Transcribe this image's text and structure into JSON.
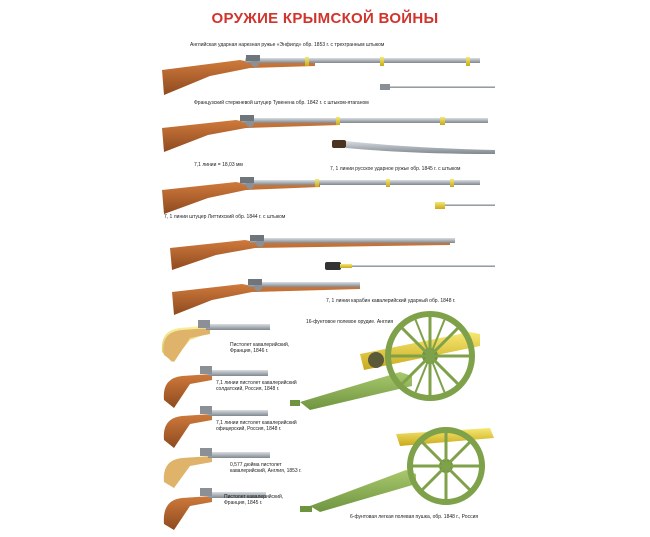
{
  "title": "ОРУЖИЕ КРЫМСКОЙ ВОЙНЫ",
  "captions": {
    "enfield": "Английская ударная нарезная ружье «Энфилд» обр. 1853 г. с трехгранным штыком",
    "thouvenin": "Французский стержневой штуцер Тувенена обр. 1842 г. с штыком-ятаганом",
    "line_note": "7,1 линии = 18,03 мм",
    "russian_musket": "7, 1 линии русское ударное ружье обр. 1845 г. с штыком",
    "littich": "7, 1 линии штуцер Литтихский обр. 1844 г. с штыком",
    "carbine": "7, 1 линии карабин кавалерийский ударный обр. 1848 г.",
    "cannon16": "16-фунтовое полевое орудие. Англия",
    "pistol1": "Пистолет кавалерийский,\nФранция, 1846 г.",
    "pistol2": "7,1 линии пистолет кавалерийский\nсолдатский, Россия, 1848 г.",
    "pistol3": "7,1 линии пистолет кавалерийский\nофицерский, Россия, 1848 г.",
    "pistol4": "0,577 дюйма пистолет\nкавалерийский, Англия, 1853 г.",
    "pistol5": "Пистолет кавалерийский,\nФранция, 1845 г.",
    "cannon6": "6-фунтовая легкая полевая пушка, обр. 1848 г., Россия"
  },
  "colors": {
    "title": "#d0342c",
    "stock": "#b5632c",
    "stock_dark": "#7a3c17",
    "barrel": "#9aa3ab",
    "brass": "#e6cf2a",
    "carriage": "#8db255"
  }
}
